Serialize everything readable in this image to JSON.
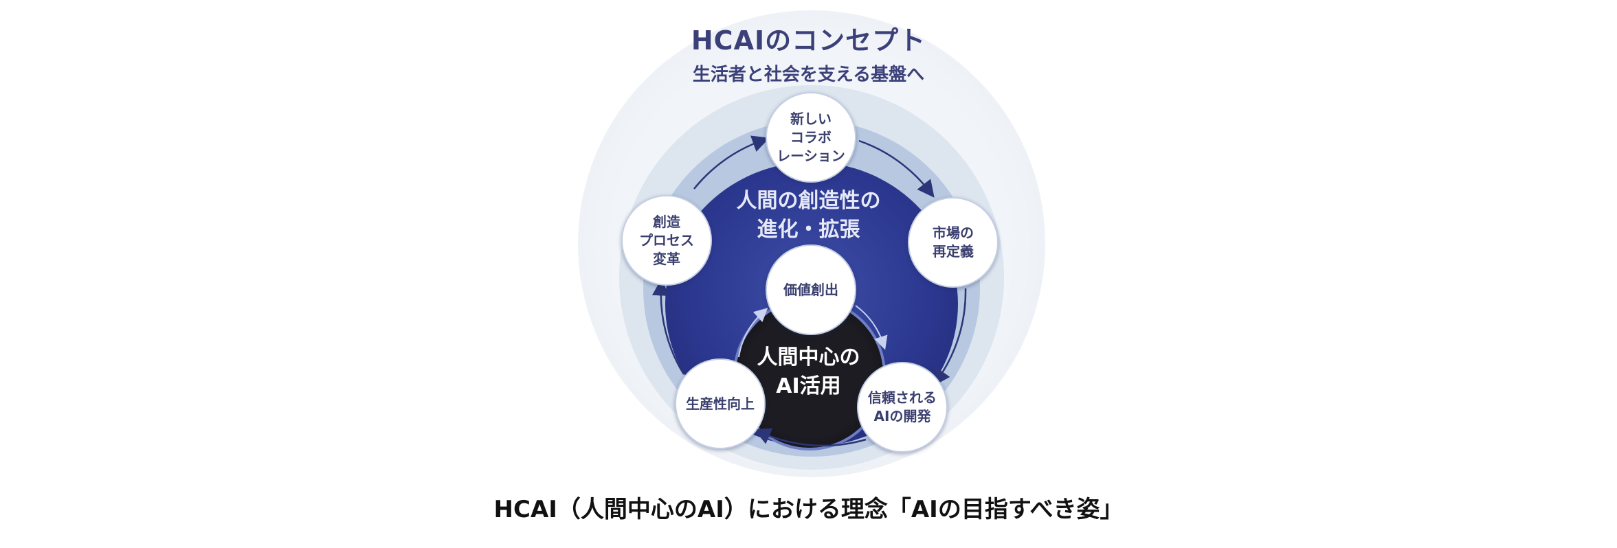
{
  "diagram": {
    "title": "HCAIのコンセプト",
    "subtitle": "生活者と社会を支える基盤へ",
    "core_label": "人間の創造性の\n進化・拡張",
    "center_label": "人間中心の\nAI活用",
    "nodes": {
      "top": "新しい\nコラボ\nレーション",
      "right": "市場の\n再定義",
      "bottom_right": "信頼される\nAIの開発",
      "bottom_left": "生産性向上",
      "left": "創造\nプロセス\n変革",
      "center": "価値創出"
    },
    "colors": {
      "navy": "#2c3890",
      "text": "#3b4079",
      "black": "#0b0b10"
    }
  },
  "caption": "HCAI（人間中心のAI）における理念「AIの目指すべき姿」"
}
